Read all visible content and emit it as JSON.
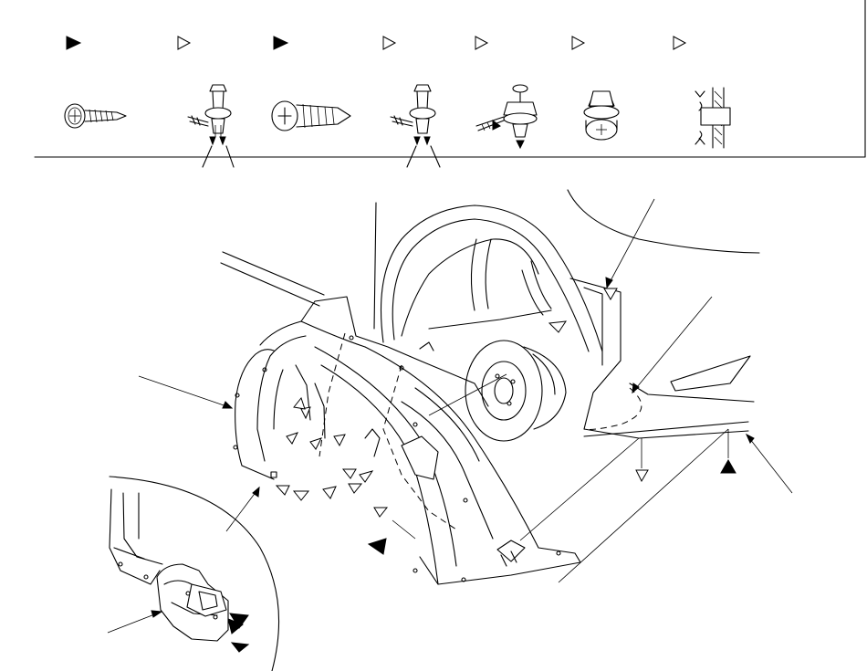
{
  "figure": {
    "fastener_legend": [
      {
        "name": "screw-washer",
        "marker": "filled-triangle"
      },
      {
        "name": "push-clip",
        "marker": "hollow-triangle"
      },
      {
        "name": "tapping-screw",
        "marker": "filled-triangle"
      },
      {
        "name": "push-clip",
        "marker": "hollow-triangle"
      },
      {
        "name": "clip-large",
        "marker": "hollow-triangle"
      },
      {
        "name": "grommet-clip",
        "marker": "hollow-triangle"
      },
      {
        "name": "panel-clip",
        "marker": "hollow-triangle"
      }
    ],
    "colors": {
      "ink": "#000000",
      "paper": "#ffffff"
    },
    "icons": [
      "screw-icon",
      "push-clip-icon",
      "tapping-screw-icon",
      "clip-icon",
      "grommet-icon",
      "panel-clip-icon"
    ]
  }
}
